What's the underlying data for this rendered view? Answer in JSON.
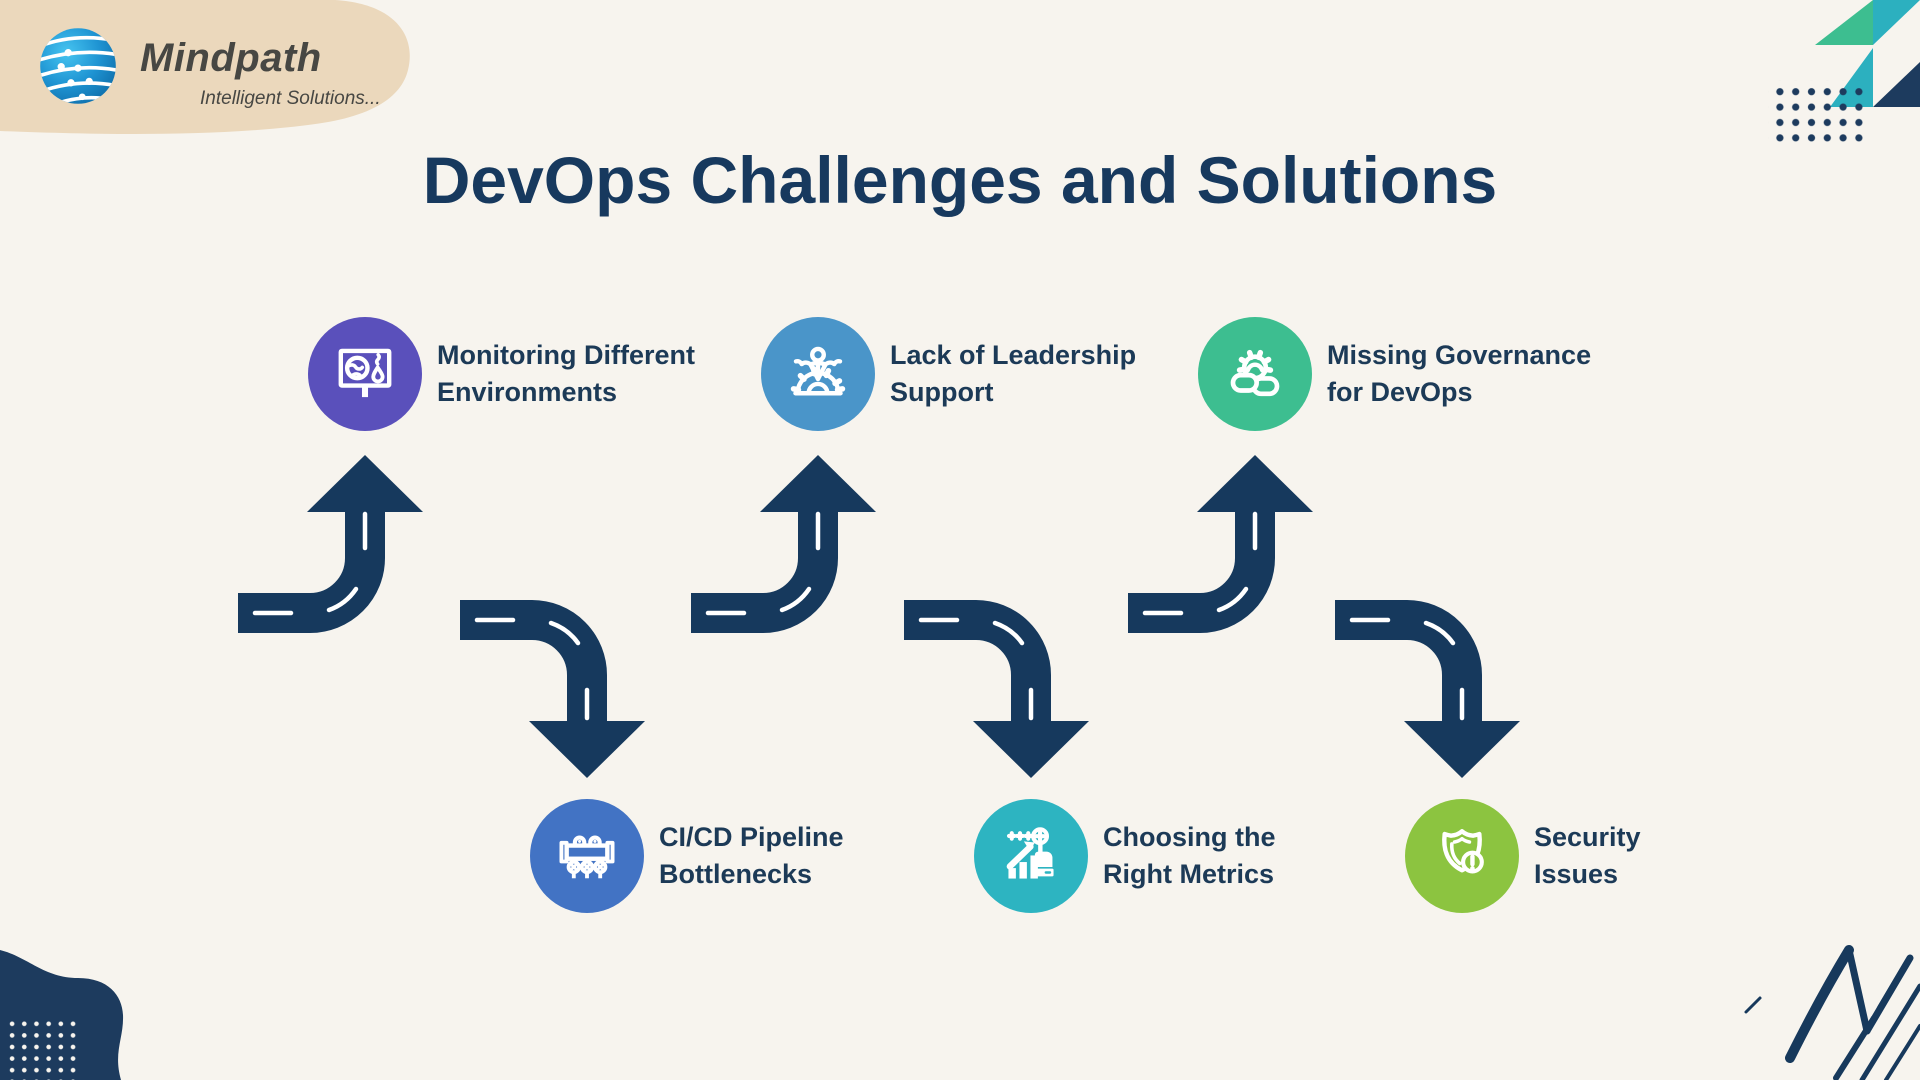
{
  "brand": {
    "name": "Mindpath",
    "tagline": "Intelligent Solutions..."
  },
  "title": "DevOps Challenges and Solutions",
  "nodes": [
    {
      "line1": "Monitoring Different",
      "line2": "Environments",
      "color": "#5a50bb",
      "icon": "environment-sign-icon"
    },
    {
      "line1": "Lack of Leadership",
      "line2": "Support",
      "color": "#4a95c9",
      "icon": "leader-gear-icon"
    },
    {
      "line1": "Missing Governance",
      "line2": "for DevOps",
      "color": "#3dbe90",
      "icon": "gear-chain-icon"
    },
    {
      "line1": "CI/CD Pipeline",
      "line2": "Bottlenecks",
      "color": "#4273c4",
      "icon": "pipeline-valves-icon"
    },
    {
      "line1": "Choosing the",
      "line2": "Right Metrics",
      "color": "#2db4c1",
      "icon": "metrics-growth-icon"
    },
    {
      "line1": "Security",
      "line2": "Issues",
      "color": "#8cc440",
      "icon": "shield-alert-icon"
    }
  ],
  "colors": {
    "background": "#f7f4ee",
    "road_navy": "#16395d",
    "title_navy": "#17395e",
    "label_navy": "#1c3a57",
    "beige_blob": "#ebd8bc",
    "corner_green": "#3dbe90",
    "corner_teal": "#2cb0bf",
    "corner_navy": "#1d3b5e",
    "logo_blue": "#1788c9"
  }
}
